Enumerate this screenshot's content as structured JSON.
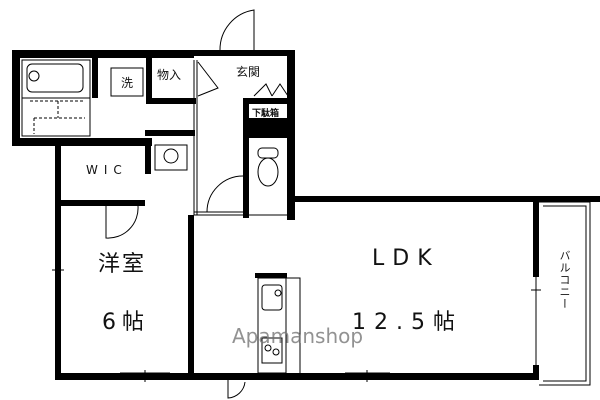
{
  "floorplan": {
    "rooms": {
      "bath_wash_label": "洗",
      "storage_label": "物入",
      "entrance_label": "玄関",
      "shoe_box_label": "下駄箱",
      "wic_label": "WIC",
      "western_room_label": "洋室",
      "western_room_size": "6帖",
      "ldk_label": "LDK",
      "ldk_size": "12.5帖",
      "balcony_label": "バルコニー"
    },
    "watermark": "Apamanshop",
    "colors": {
      "wall": "#000000",
      "background": "#ffffff",
      "watermark": "#6e6e6e"
    }
  }
}
